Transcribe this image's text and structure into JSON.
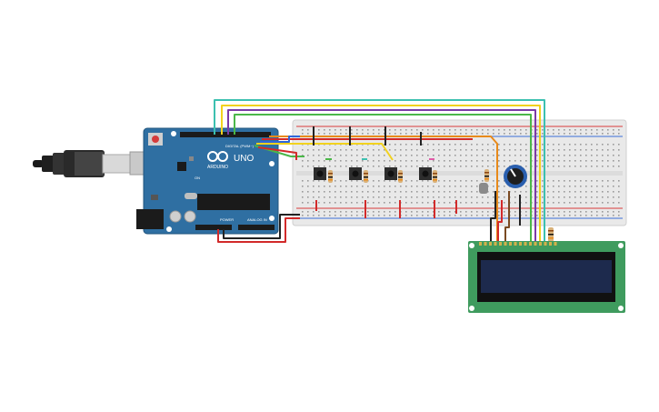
{
  "arduino": {
    "brand": "ARDUINO",
    "model": "UNO",
    "digital_label": "DIGITAL (PWM~)",
    "power_label": "POWER",
    "analog_label": "ANALOG IN",
    "on_label": "ON"
  },
  "colors": {
    "board": "#2f6fa2",
    "board_dark": "#265b86",
    "breadboard": "#e9e9e9",
    "rail_red": "#d93b3b",
    "rail_blue": "#3a6fd8",
    "lcd_pcb": "#3f9b5e",
    "lcd_screen": "#1d2a4d",
    "wire_teal": "#3cc0b0",
    "wire_yellow": "#f2d21e",
    "wire_purple": "#7b3aa6",
    "wire_green": "#4bb749",
    "wire_orange": "#e88a1a",
    "wire_red": "#d22a2a",
    "wire_black": "#222222",
    "wire_blue": "#2f66d9",
    "wire_brown": "#7a4a22"
  },
  "components": {
    "buttons": [
      "button-1",
      "button-2",
      "button-3",
      "button-4"
    ],
    "potentiometer": "potentiometer",
    "lcd": "lcd-16x2"
  }
}
